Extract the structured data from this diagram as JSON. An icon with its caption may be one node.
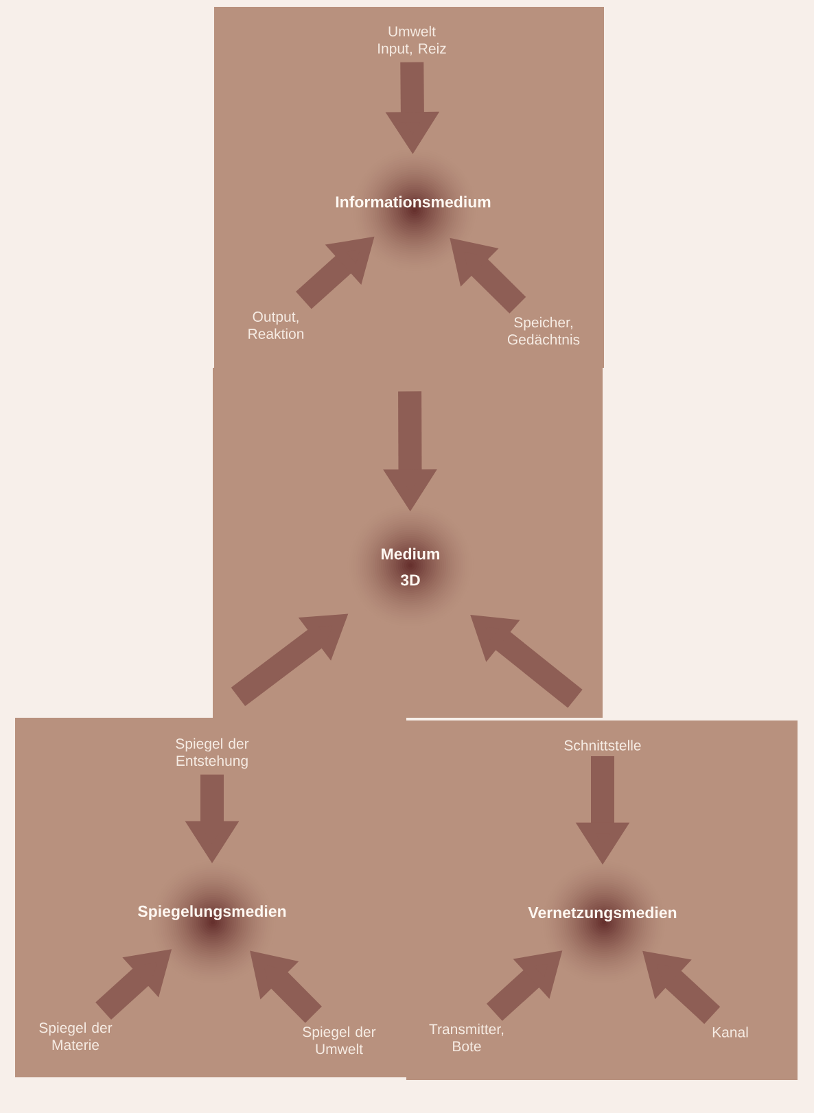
{
  "diagram": {
    "nodes": [
      {
        "text": [],
        "shape": "box"
      },
      {
        "text": [
          "Umwelt Input, Reiz"
        ],
        "in": 0
      },
      {
        "text": [
          "Informationsmedium"
        ],
        "in": 0
      },
      {
        "text": [
          "Output, Reaktion"
        ],
        "in": 0
      },
      {
        "text": [
          "Speicher, Gedächtnis"
        ],
        "in": 0
      },
      {
        "text": [],
        "shape": "box"
      },
      {
        "text": [
          "Medium 3D"
        ],
        "in": 5
      },
      {
        "text": [],
        "shape": "box"
      },
      {
        "text": [
          "Spiegel der Entstehung"
        ],
        "in": 7
      },
      {
        "text": [
          "Spiegelungsmedien"
        ],
        "in": 7
      },
      {
        "text": [
          "Spiegel der Materie"
        ],
        "in": 7
      },
      {
        "text": [
          "Spiegel der Umwelt"
        ],
        "in": 7
      },
      {
        "text": [],
        "shape": "box"
      },
      {
        "text": [
          "Schnittstelle"
        ],
        "in": 12
      },
      {
        "text": [
          "Vernetzungsmedien"
        ],
        "in": 12
      },
      {
        "text": [
          "Transmitter, Bote"
        ],
        "in": 12
      },
      {
        "text": [
          "Kanal"
        ],
        "in": 12
      }
    ],
    "edges": [
      {
        "from": 1,
        "to": 2,
        "arrow": "to"
      },
      {
        "from": 3,
        "to": 2,
        "arrow": "to"
      },
      {
        "from": 4,
        "to": 2,
        "arrow": "to"
      },
      {
        "from": 0,
        "to": 6,
        "arrow": "to"
      },
      {
        "from": 7,
        "to": 6,
        "arrow": "to"
      },
      {
        "from": 12,
        "to": 6,
        "arrow": "to"
      },
      {
        "from": 8,
        "to": 9,
        "arrow": "to"
      },
      {
        "from": 10,
        "to": 9,
        "arrow": "to"
      },
      {
        "from": 11,
        "to": 9,
        "arrow": "to"
      },
      {
        "from": 13,
        "to": 14,
        "arrow": "to"
      },
      {
        "from": 15,
        "to": 14,
        "arrow": "to"
      },
      {
        "from": 16,
        "to": 14,
        "arrow": "to"
      }
    ]
  }
}
